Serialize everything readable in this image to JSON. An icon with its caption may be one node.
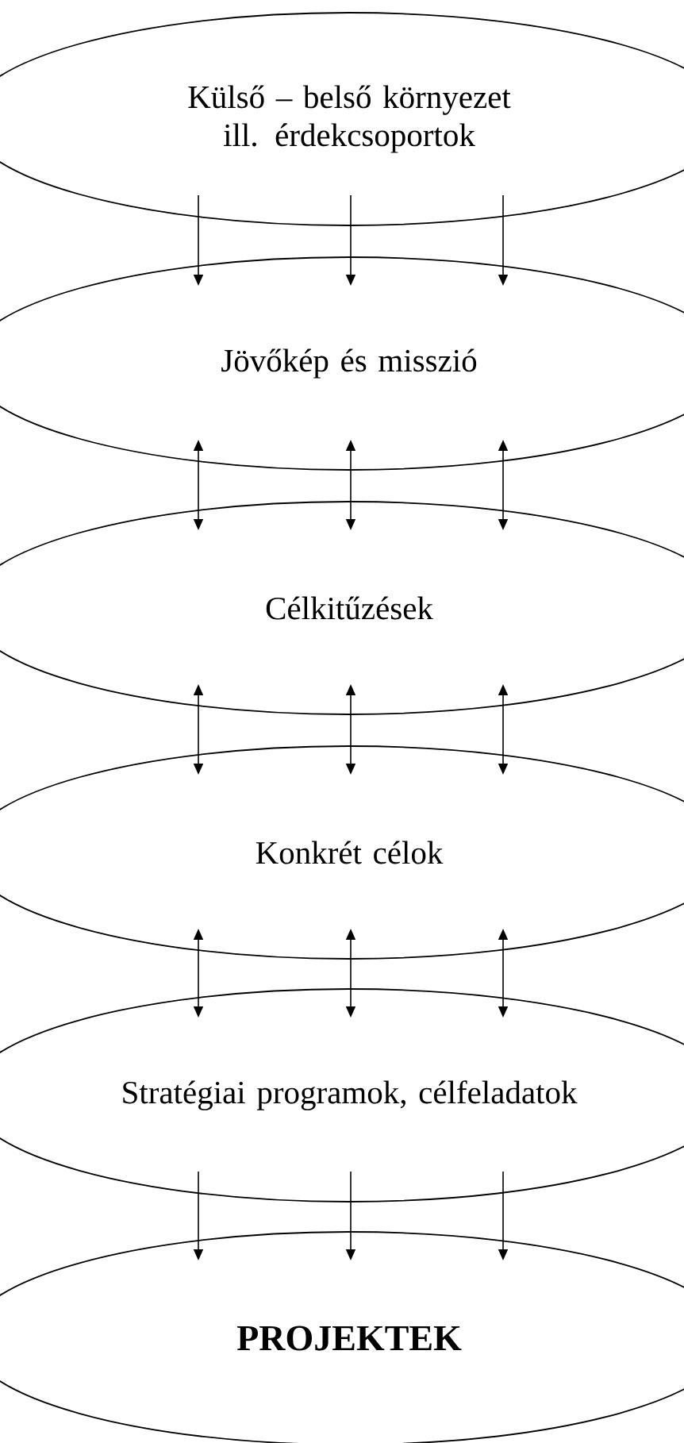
{
  "diagram": {
    "nodes": [
      {
        "text": [
          "Külső – belső környezet ill. érdekcsoportok"
        ]
      },
      {
        "text": [
          "Jövőkép és misszió"
        ]
      },
      {
        "text": [
          "Célkitűzések"
        ]
      },
      {
        "text": [
          "Konkrét célok"
        ]
      },
      {
        "text": [
          "Stratégiai programok, célfeladatok"
        ]
      },
      {
        "text": [
          "PROJEKTEK"
        ]
      }
    ],
    "edges": [
      {
        "from": 0,
        "to": 1,
        "arrow": "to"
      },
      {
        "from": 0,
        "to": 1,
        "arrow": "to"
      },
      {
        "from": 0,
        "to": 1,
        "arrow": "to"
      },
      {
        "from": 1,
        "to": 2,
        "arrow": "both"
      },
      {
        "from": 1,
        "to": 2,
        "arrow": "both"
      },
      {
        "from": 1,
        "to": 2,
        "arrow": "both"
      },
      {
        "from": 2,
        "to": 3,
        "arrow": "both"
      },
      {
        "from": 2,
        "to": 3,
        "arrow": "both"
      },
      {
        "from": 2,
        "to": 3,
        "arrow": "both"
      },
      {
        "from": 3,
        "to": 4,
        "arrow": "both"
      },
      {
        "from": 3,
        "to": 4,
        "arrow": "both"
      },
      {
        "from": 3,
        "to": 4,
        "arrow": "both"
      },
      {
        "from": 4,
        "to": 5,
        "arrow": "to"
      },
      {
        "from": 4,
        "to": 5,
        "arrow": "to"
      },
      {
        "from": 4,
        "to": 5,
        "arrow": "to"
      }
    ]
  }
}
